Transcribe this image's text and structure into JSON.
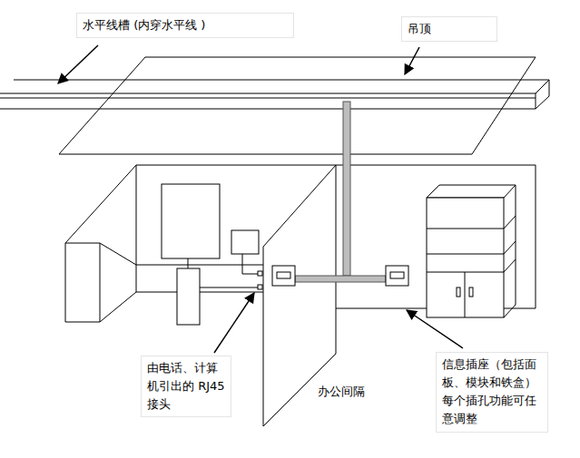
{
  "diagram": {
    "labels": [
      "水平线槽 (内穿水平线 )",
      "吊顶",
      "由电话、计算机引出的 RJ45接头",
      "办公间隔",
      "信息插座（包括面板、模块和铁盒）每个插孔功能可任意调整"
    ]
  }
}
